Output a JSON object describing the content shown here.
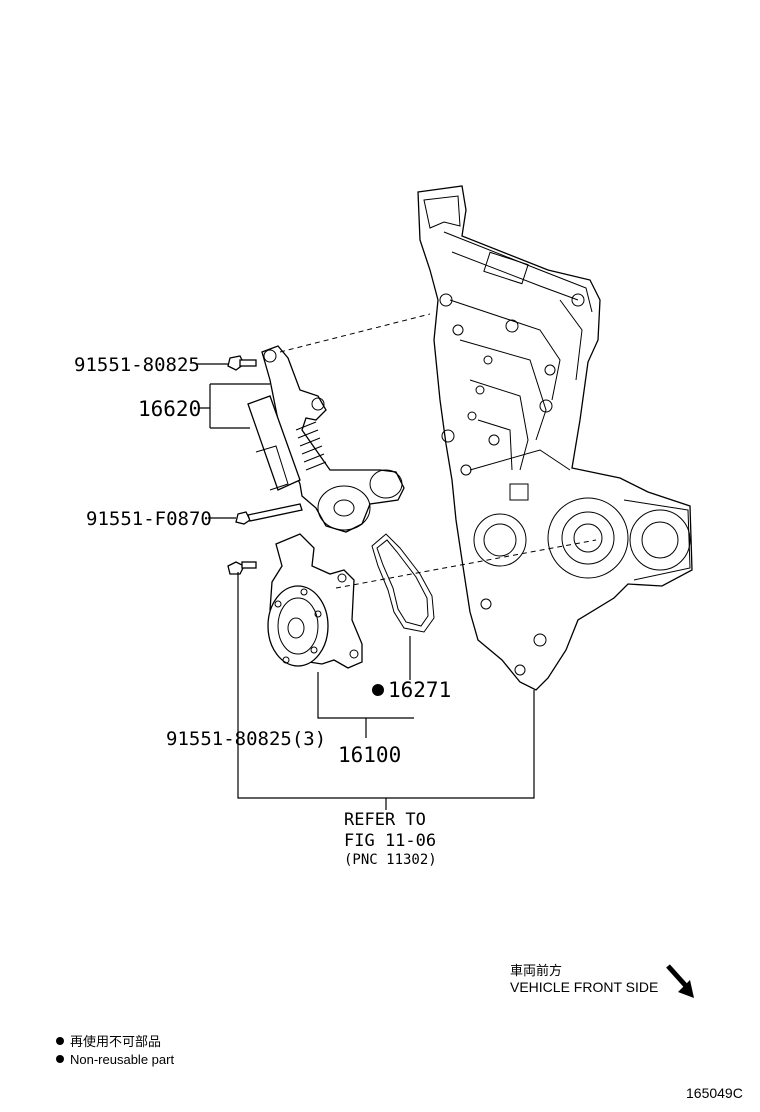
{
  "callouts": {
    "bolt_top": "91551-80825",
    "tensioner": "16620",
    "bolt_long": "91551-F0870",
    "bolts_pump": "91551-80825(3)",
    "gasket": "16271",
    "water_pump": "16100"
  },
  "refer": {
    "line1": "REFER TO",
    "line2": "FIG 11-06",
    "line3": "(PNC 11302)"
  },
  "direction": {
    "japanese": "車両前方",
    "english": "VEHICLE FRONT SIDE",
    "icon": "arrow-down-right-icon"
  },
  "legend": {
    "japanese": "再使用不可部品",
    "english": "Non-reusable part",
    "marker_icon": "filled-dot-icon"
  },
  "figure_id": "165049C"
}
